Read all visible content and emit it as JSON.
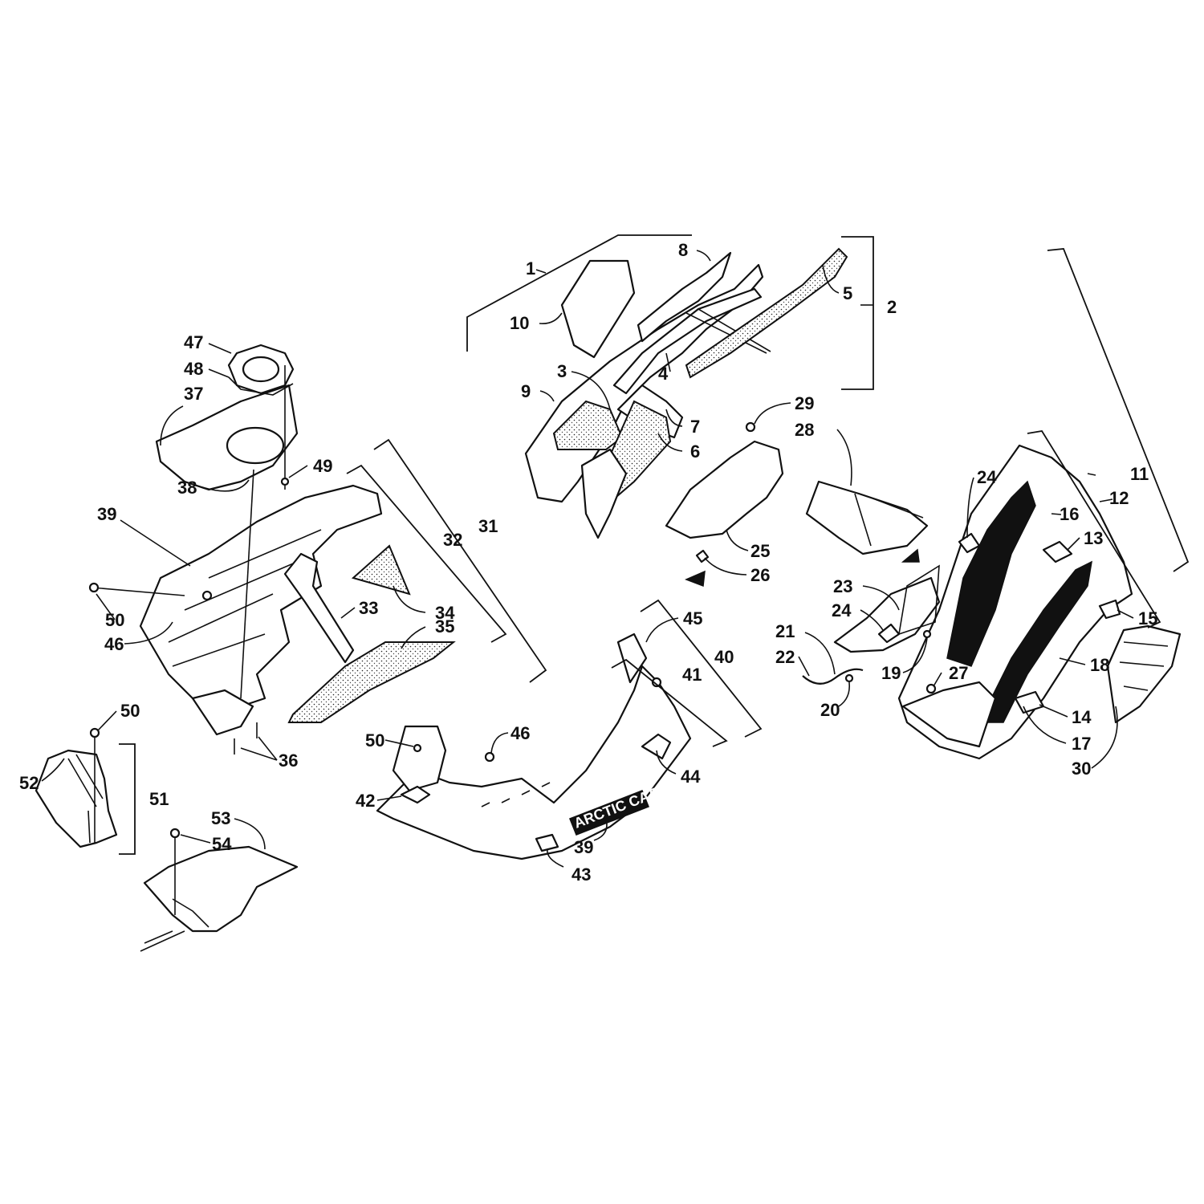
{
  "diagram": {
    "callouts": {
      "c1": "1",
      "c2": "2",
      "c3": "3",
      "c4": "4",
      "c5": "5",
      "c6": "6",
      "c7": "7",
      "c8": "8",
      "c9": "9",
      "c10": "10",
      "c11": "11",
      "c12": "12",
      "c13": "13",
      "c14": "14",
      "c15": "15",
      "c16": "16",
      "c17": "17",
      "c18": "18",
      "c19": "19",
      "c20": "20",
      "c21": "21",
      "c22": "22",
      "c23": "23",
      "c24a": "24",
      "c24b": "24",
      "c25": "25",
      "c26": "26",
      "c27": "27",
      "c28": "28",
      "c29": "29",
      "c30": "30",
      "c31": "31",
      "c32": "32",
      "c33": "33",
      "c34": "34",
      "c35": "35",
      "c36": "36",
      "c37": "37",
      "c38": "38",
      "c39a": "39",
      "c39b": "39",
      "c40": "40",
      "c41": "41",
      "c42": "42",
      "c43": "43",
      "c44": "44",
      "c45": "45",
      "c46a": "46",
      "c46b": "46",
      "c47": "47",
      "c48": "48",
      "c49": "49",
      "c50a": "50",
      "c50b": "50",
      "c50c": "50",
      "c51": "51",
      "c52": "52",
      "c53": "53",
      "c54": "54"
    },
    "decal_text": "ARCTIC CAT"
  }
}
